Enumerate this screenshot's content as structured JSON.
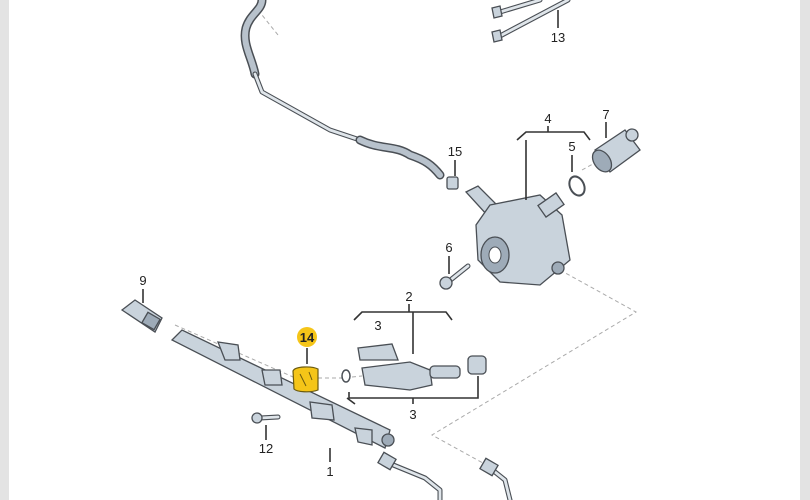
{
  "diagram": {
    "highlight_color": "#f5c518",
    "callouts": {
      "c1": "1",
      "c2": "2",
      "c3a": "3",
      "c3b": "3",
      "c4": "4",
      "c5": "5",
      "c6": "6",
      "c7": "7",
      "c9": "9",
      "c12": "12",
      "c13": "13",
      "c14": "14",
      "c15": "15"
    }
  }
}
